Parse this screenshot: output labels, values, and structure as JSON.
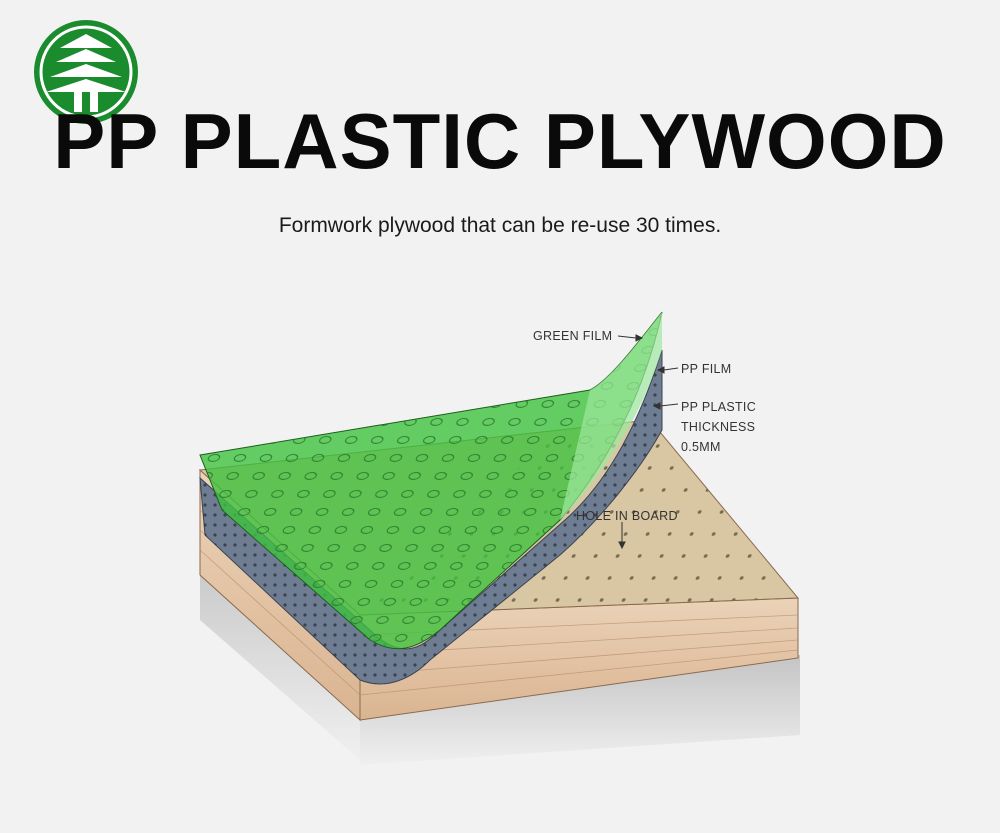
{
  "header": {
    "title": "PP PLASTIC PLYWOOD",
    "subtitle": "Formwork plywood that can be re-use 30 times."
  },
  "diagram": {
    "labels": {
      "green_film": "GREEN FILM",
      "pp_film": "PP FILM",
      "pp_plastic_line1": "PP PLASTIC",
      "pp_plastic_line2": "THICKNESS",
      "pp_plastic_line3": "0.5MM",
      "hole_in_board": "HOLE IN BOARD"
    }
  },
  "colors": {
    "logo_green": "#1a8c2e",
    "film_green": "#3ec23e",
    "pp_film_gray": "#6b7a90",
    "board_top": "#d7c4a0",
    "plywood_edge": "#e7cdb0",
    "background": "#f2f2f2"
  },
  "icons": {
    "logo": "pagoda-layers-logo-icon"
  }
}
